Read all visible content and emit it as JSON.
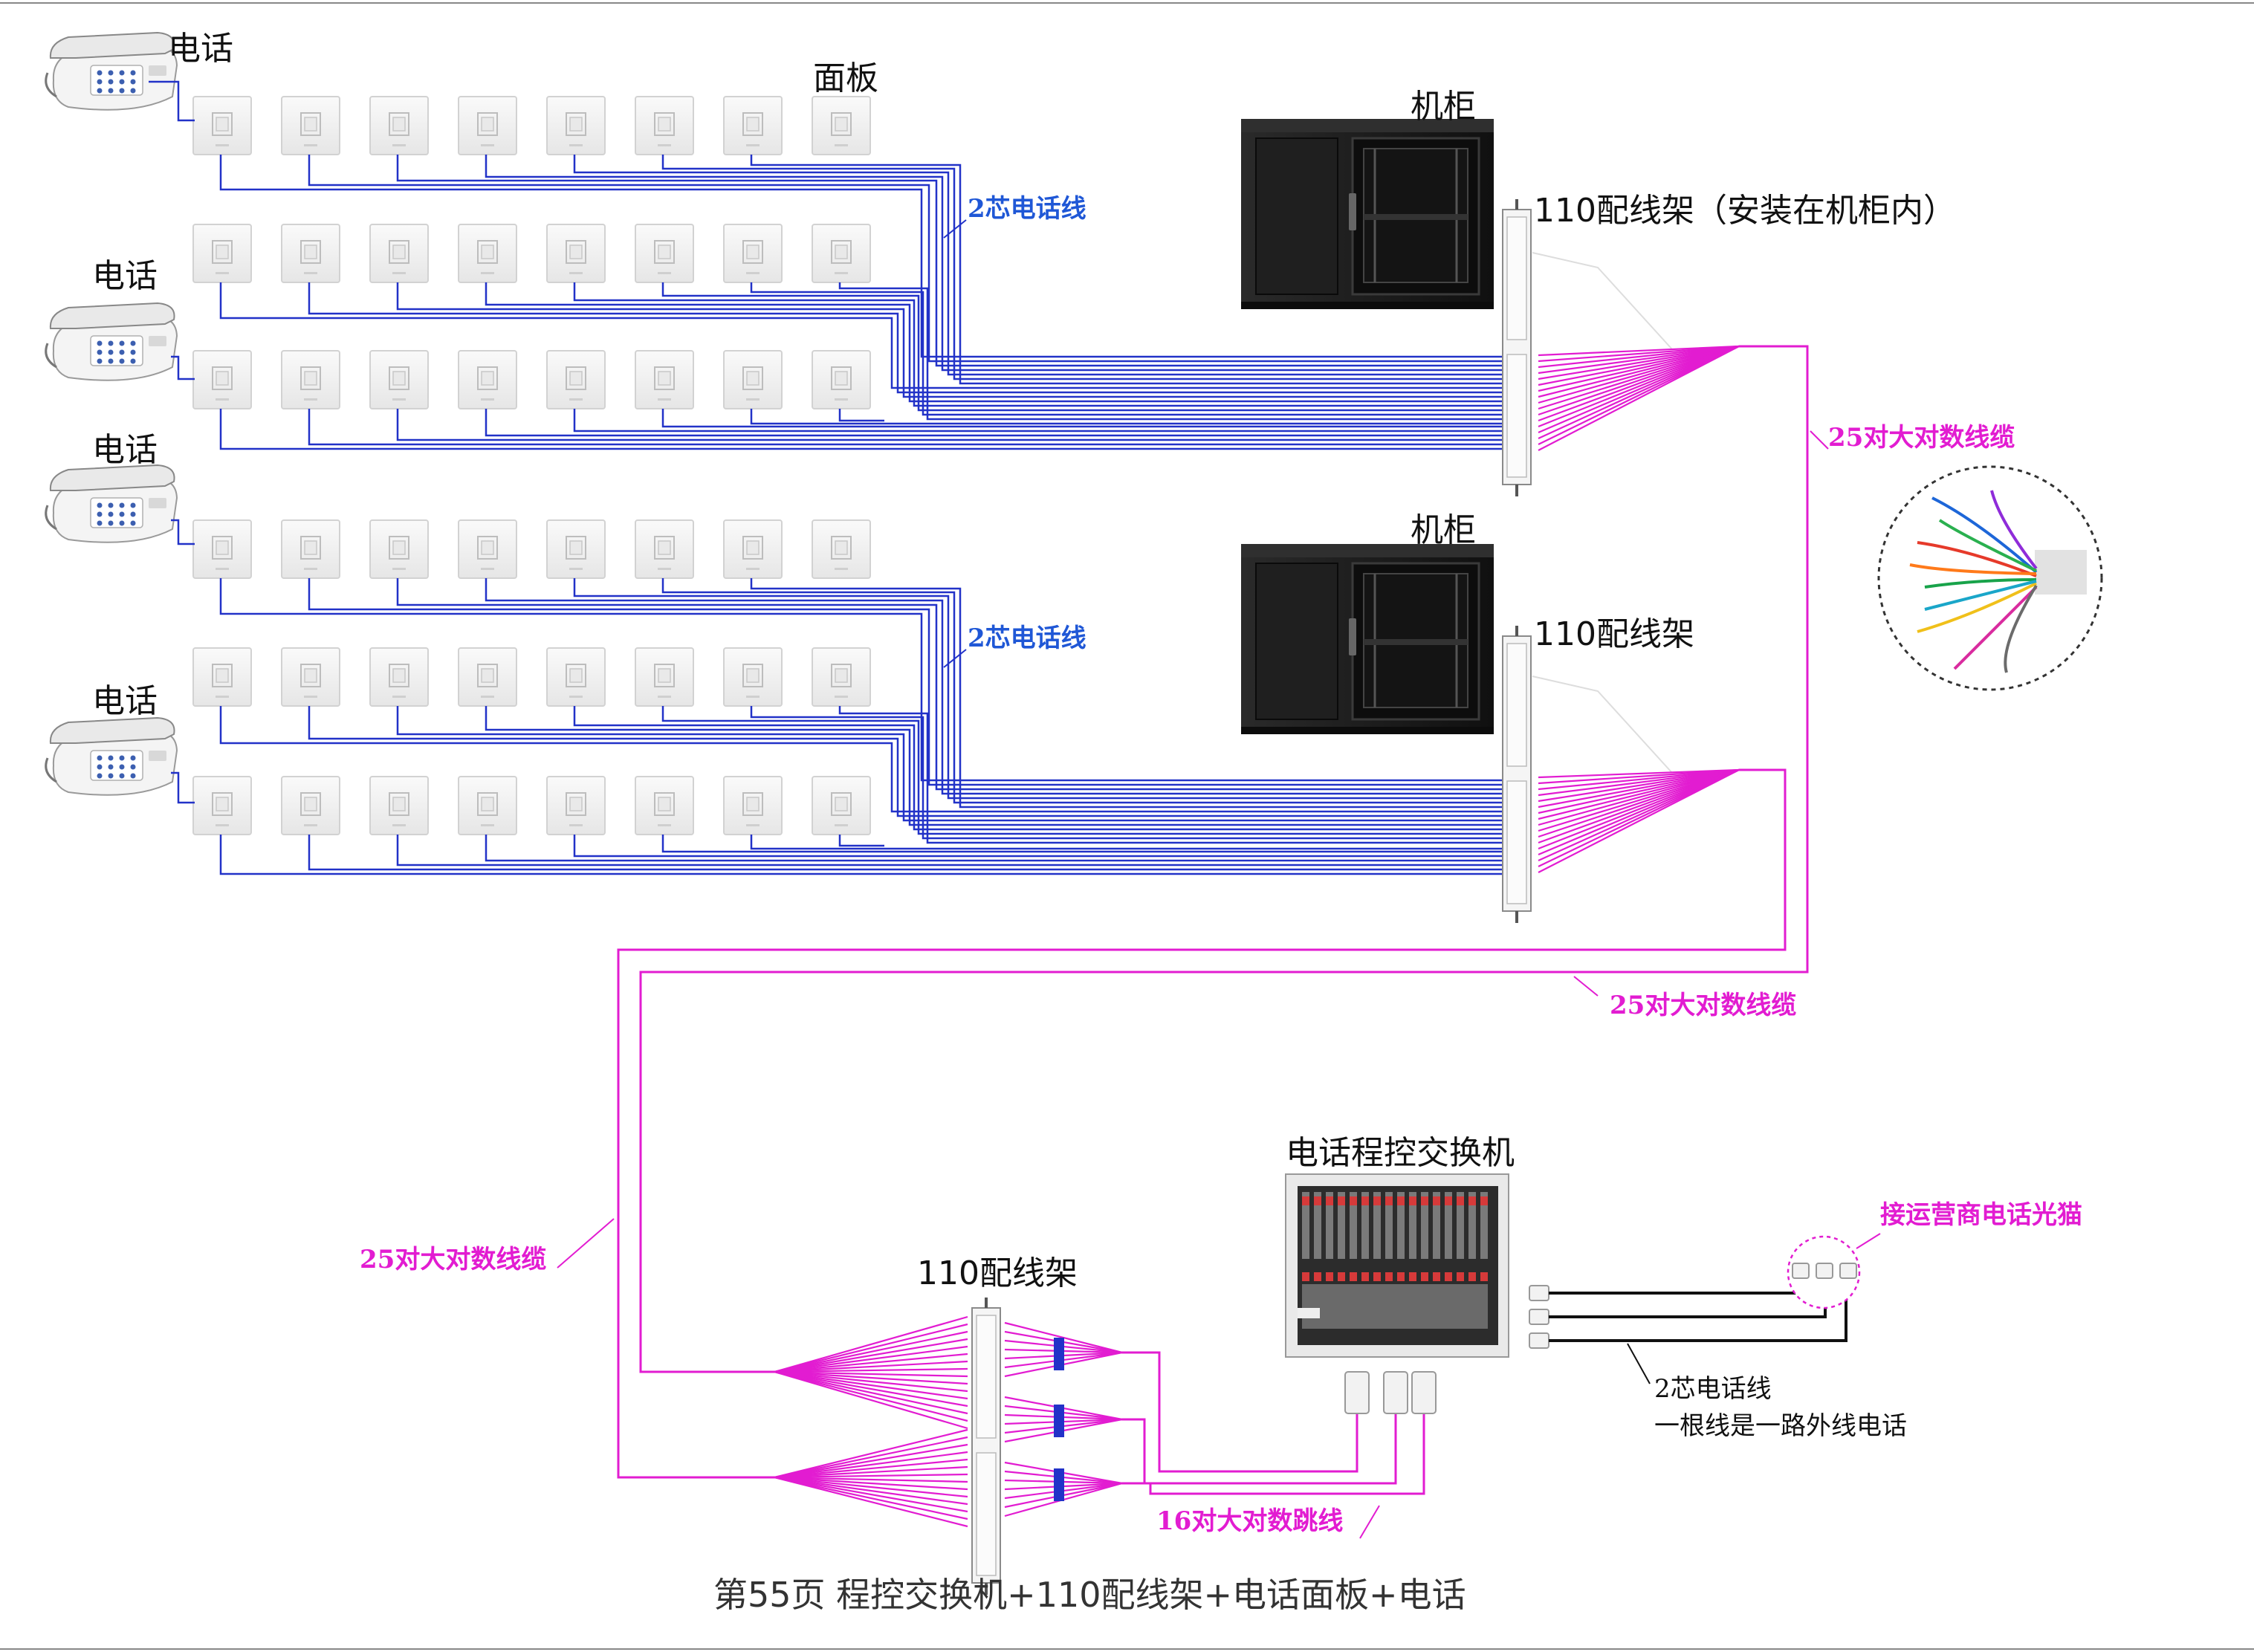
{
  "labels": {
    "phone": "电话",
    "panel": "面板",
    "cabinet": "机柜",
    "rack_top": "110配线架（安装在机柜内）",
    "rack": "110配线架",
    "rack_bottom": "110配线架",
    "pbx": "电话程控交换机",
    "wire_2core": "2芯电话线",
    "cable_25pair": "25对大对数线缆",
    "jumper_16pair": "16对大对数跳线",
    "modem": "接运营商电话光猫",
    "outer_line_1": "2芯电话线",
    "outer_line_2": "一根线是一路外线电话",
    "caption": "第55页  程控交换机+110配线架+电话面板+电话"
  },
  "colors": {
    "blue_wire": "#2232c8",
    "magenta_cable": "#e21cd1",
    "black_line": "#111111",
    "cabinet": "#1b1b1b",
    "panel": "#f1f1f1"
  },
  "icons": [
    "telephone-icon",
    "wall-panel-icon",
    "cabinet-icon",
    "patch-rack-icon",
    "pbx-switch-icon",
    "cable-bundle-icon"
  ]
}
